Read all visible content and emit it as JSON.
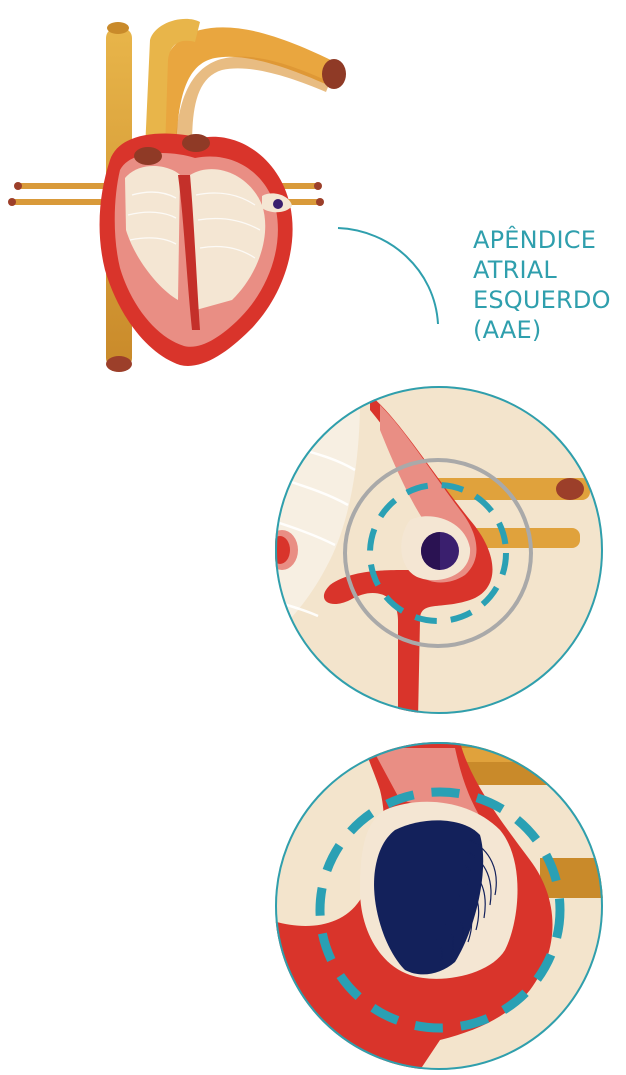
{
  "label": {
    "lines": [
      "APÊNDICE",
      "ATRIAL",
      "ESQUERDO",
      "(AAE)"
    ]
  },
  "colors": {
    "label_teal": "#2f9fad",
    "heart_red": "#d9342b",
    "heart_dark_red": "#b52a24",
    "heart_pink": "#e98e84",
    "heart_cream": "#f4e6d3",
    "vessel_orange": "#e0a23c",
    "vessel_cap": "#9c3f2a",
    "circle_background": "#f3e4cc",
    "dashed_ring": "#2aa0b4",
    "solid_ring": "#a9a9a9",
    "appendage_dot": "#3a1f6e",
    "device_navy": "#13215b"
  },
  "icons": {
    "heart": "heart-illustration",
    "zoom_1": "appendage-zoom",
    "zoom_2": "occluder-device-zoom"
  }
}
